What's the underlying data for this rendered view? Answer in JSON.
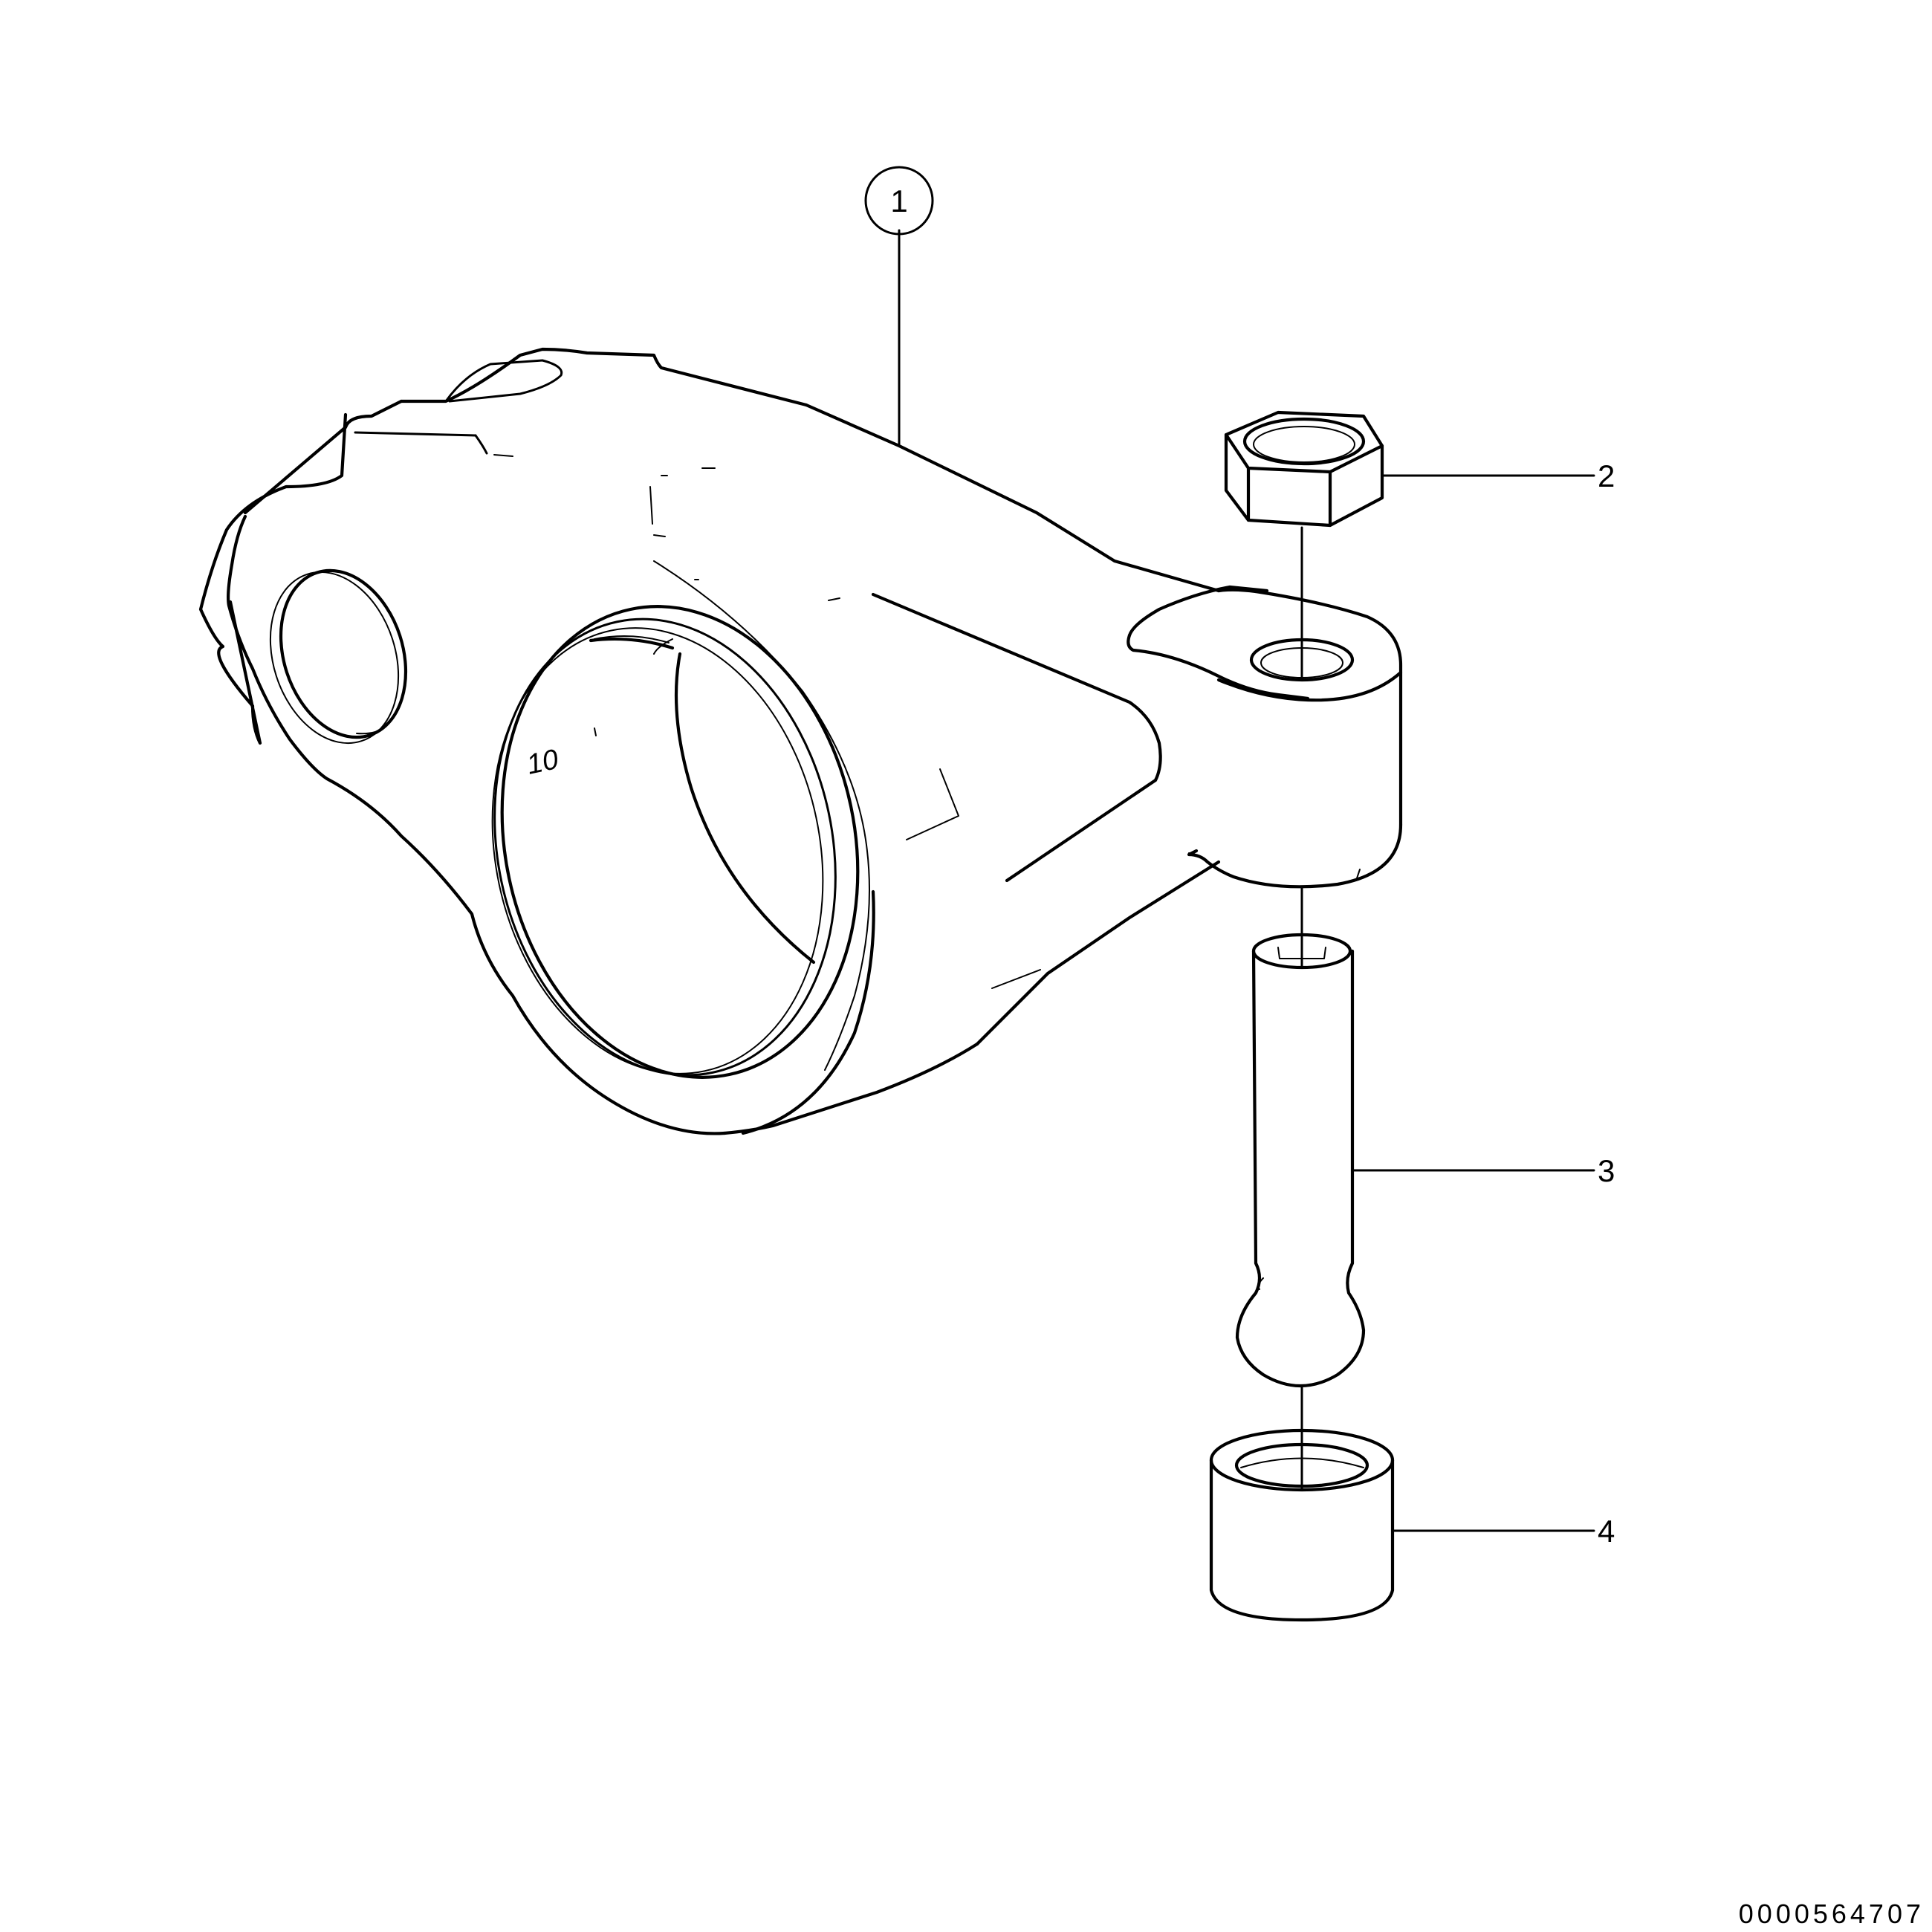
{
  "callouts": [
    {
      "label": "1",
      "circled": true
    },
    {
      "label": "2",
      "circled": false
    },
    {
      "label": "3",
      "circled": false
    },
    {
      "label": "4",
      "circled": false
    }
  ],
  "part_marking": "10",
  "drawing_number": "0000564707",
  "colors": {
    "line": "#000000",
    "background": "#ffffff"
  }
}
